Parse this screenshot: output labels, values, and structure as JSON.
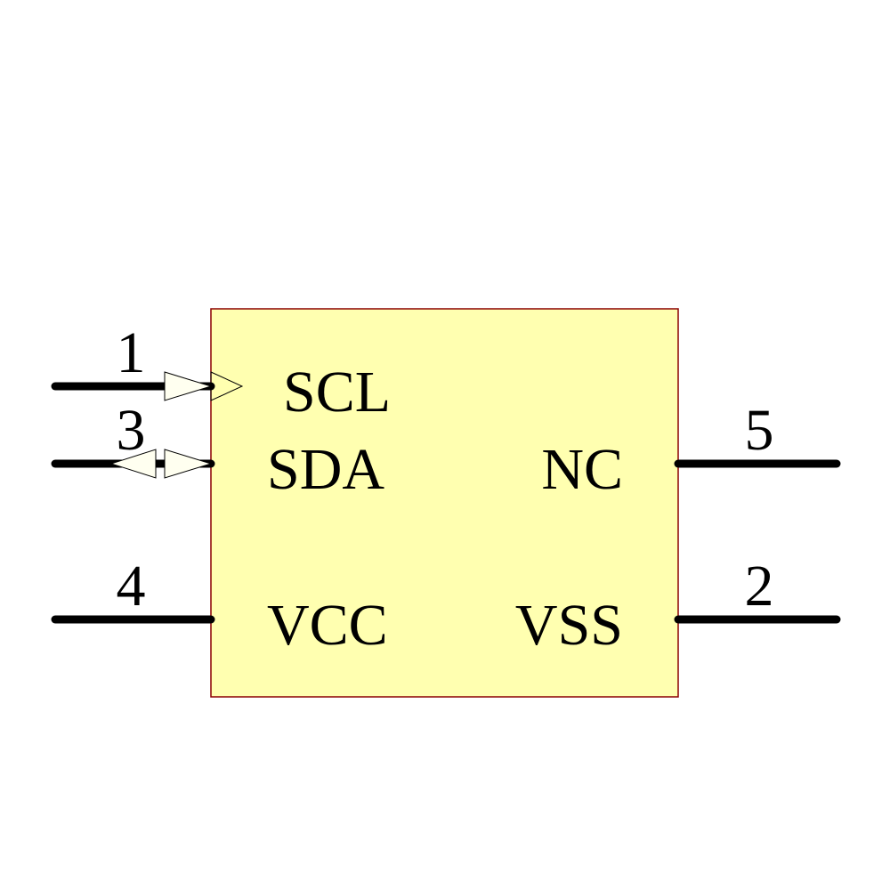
{
  "component": {
    "body_fill": "#FFFFB0",
    "body_stroke": "#8B0000",
    "pins_left": [
      {
        "number": "1",
        "name": "SCL",
        "type": "input"
      },
      {
        "number": "3",
        "name": "SDA",
        "type": "bidirectional"
      },
      {
        "number": "4",
        "name": "VCC",
        "type": "power"
      }
    ],
    "pins_right": [
      {
        "number": "5",
        "name": "NC",
        "type": "passive"
      },
      {
        "number": "2",
        "name": "VSS",
        "type": "power"
      }
    ]
  }
}
